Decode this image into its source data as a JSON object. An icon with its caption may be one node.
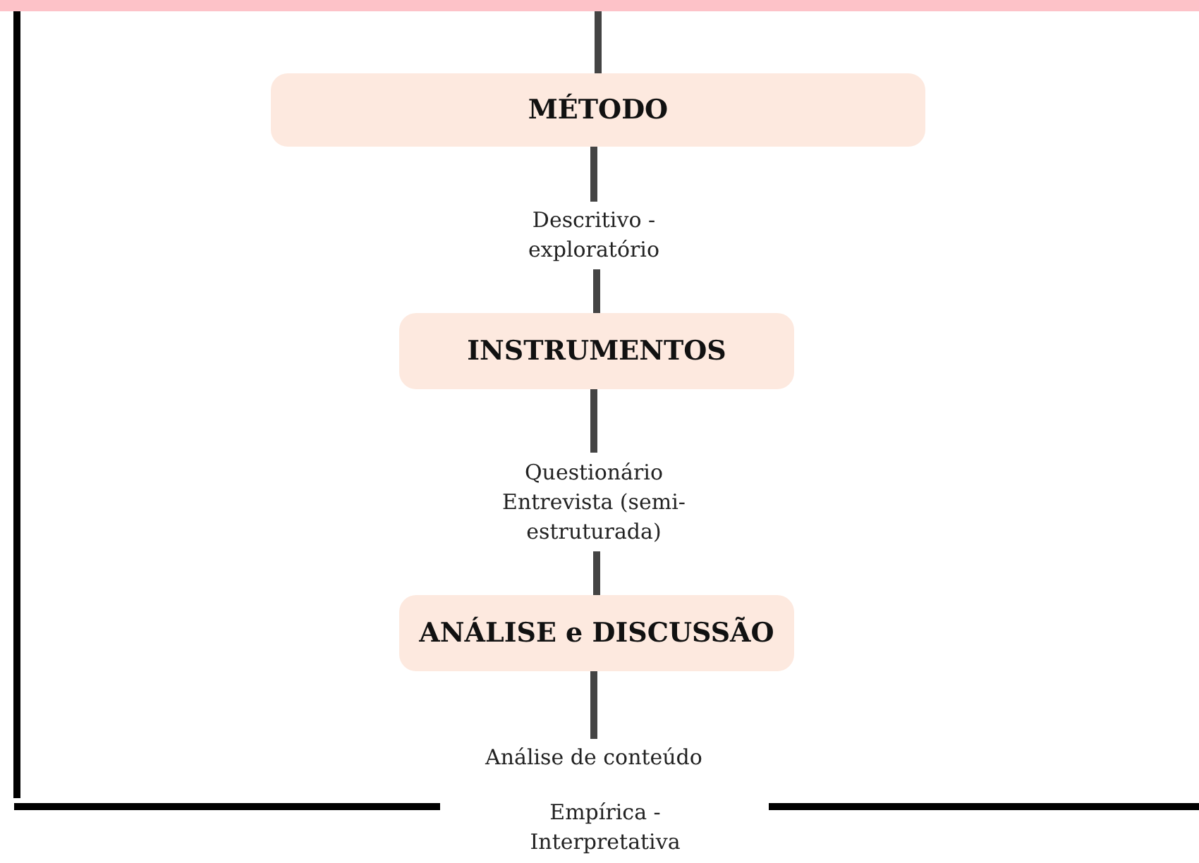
{
  "diagram": {
    "nodes": [
      {
        "text": [
          "MÉTODO"
        ]
      },
      {
        "text": [
          "Descritivo - exploratório"
        ]
      },
      {
        "text": [
          "INSTRUMENTOS"
        ]
      },
      {
        "text": [
          "Questionário Entrevista (semi-estruturada)"
        ]
      },
      {
        "text": [
          "ANÁLISE e DISCUSSÃO"
        ]
      },
      {
        "text": [
          "Análise de conteúdo"
        ]
      }
    ],
    "edges": [
      {
        "from": null,
        "to": 0,
        "arrow": "none"
      },
      {
        "from": 0,
        "to": 1,
        "arrow": "none"
      },
      {
        "from": 1,
        "to": 2,
        "arrow": "none"
      },
      {
        "from": 2,
        "to": 3,
        "arrow": "none"
      },
      {
        "from": 3,
        "to": 4,
        "arrow": "none"
      },
      {
        "from": 4,
        "to": 5,
        "arrow": "none"
      }
    ],
    "labels": [
      "Empírica - Interpretativa"
    ]
  }
}
